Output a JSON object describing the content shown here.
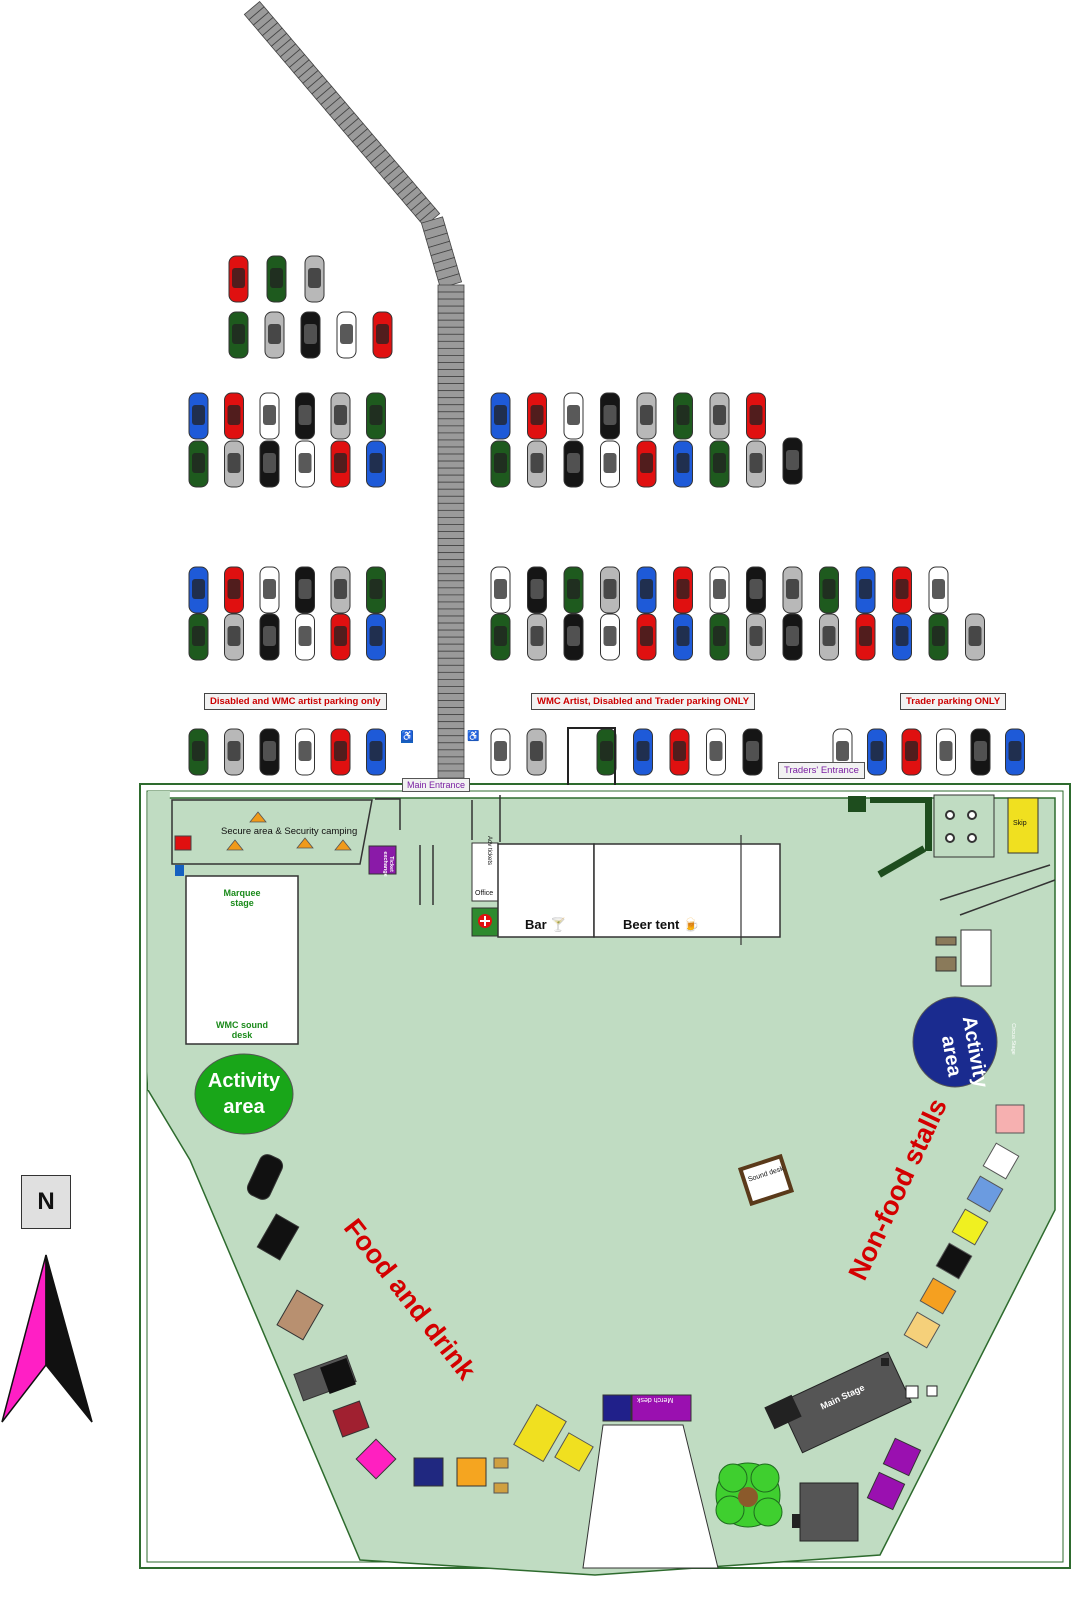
{
  "colors": {
    "field": "#c0dcc2",
    "path": "#9a9a9a",
    "activity_green": "#19a619",
    "activity_blue": "#1a2b8f",
    "red_text": "#d40000",
    "north_magenta": "#ff1fc5"
  },
  "parking_signs": {
    "disabled_wmc": "Disabled and WMC artist parking only",
    "wmc_disabled_trader": "WMC Artist, Disabled and Trader parking ONLY",
    "trader": "Trader parking ONLY"
  },
  "entrances": {
    "main": "Main Entrance",
    "traders": "Traders' Entrance"
  },
  "areas": {
    "security": "Secure area & Security camping",
    "marquee_stage": "Marquee stage",
    "wmc_sound_desk": "WMC sound desk",
    "activity_left": "Activity area",
    "activity_right": "Activity area",
    "adv_tickets": "Adv tickets",
    "office": "Office",
    "bar": "Bar 🍸",
    "beer_tent": "Beer tent 🍺",
    "ticket_exchange": "Ticket exchange",
    "skip": "Skip",
    "sound_desk": "Sound desk",
    "main_stage": "Main Stage",
    "merch_desk": "Merch desk",
    "circus_stage": "Circus Stage",
    "food_and_drink": "Food and drink",
    "non_food_stalls": "Non-food stalls"
  },
  "north": "N",
  "icons": [
    "accessible-parking-icon",
    "first-aid-icon",
    "north-arrow-icon",
    "car-icon",
    "tree-icon",
    "tent-icon"
  ]
}
